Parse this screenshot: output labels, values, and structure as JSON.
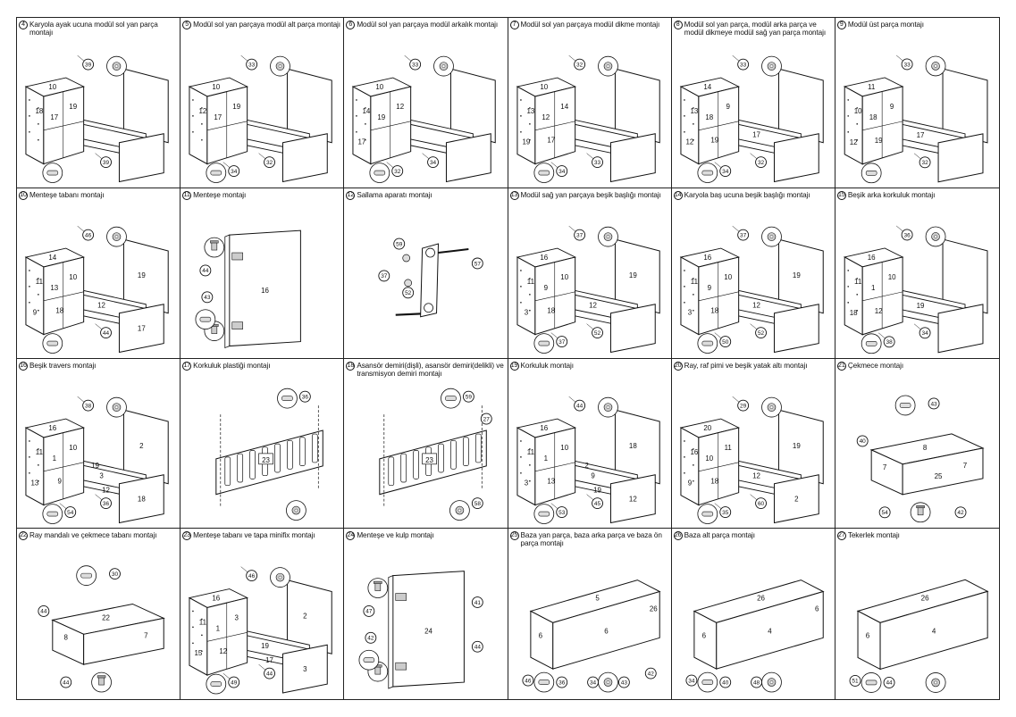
{
  "steps": [
    {
      "num": "4",
      "title": "Karyola ayak ucuna modül sol yan  parça montajı",
      "kind": "frame",
      "parts": [
        "10",
        "18",
        "19",
        "17"
      ],
      "callouts": [
        "39",
        "39"
      ]
    },
    {
      "num": "5",
      "title": "Modül sol yan parçaya modül alt parça montajı",
      "kind": "frame",
      "parts": [
        "10",
        "12",
        "19",
        "17"
      ],
      "callouts": [
        "33",
        "32",
        "34"
      ]
    },
    {
      "num": "6",
      "title": "Modül sol yan parçaya modül arkalık montajı",
      "kind": "frame",
      "parts": [
        "10",
        "14",
        "12",
        "19",
        "17"
      ],
      "callouts": [
        "33",
        "34",
        "32"
      ]
    },
    {
      "num": "7",
      "title": "Modül sol yan parçaya modül dikme montajı",
      "kind": "frame",
      "parts": [
        "10",
        "13",
        "14",
        "12",
        "19",
        "17"
      ],
      "callouts": [
        "32",
        "33",
        "34"
      ]
    },
    {
      "num": "8",
      "title": "Modül sol yan parça, modül arka parça ve modül dikmeye modül sağ yan parça montajı",
      "kind": "frame",
      "parts": [
        "14",
        "13",
        "9",
        "18",
        "12",
        "19",
        "17"
      ],
      "callouts": [
        "33",
        "32",
        "34"
      ]
    },
    {
      "num": "9",
      "title": "Modül üst parça montajı",
      "kind": "frame",
      "parts": [
        "11",
        "10",
        "9",
        "18",
        "12",
        "19",
        "17"
      ],
      "callouts": [
        "33",
        "32"
      ]
    },
    {
      "num": "10",
      "title": "Menteşe tabanı montajı",
      "kind": "frame",
      "parts": [
        "14",
        "11",
        "10",
        "13",
        "9",
        "18",
        "12",
        "19",
        "17"
      ],
      "callouts": [
        "46",
        "44"
      ]
    },
    {
      "num": "11",
      "title": "Menteşe montajı",
      "kind": "panel",
      "parts": [
        "16"
      ],
      "callouts": [
        "44",
        "43"
      ]
    },
    {
      "num": "12",
      "title": "Sallama aparatı montajı",
      "kind": "link",
      "parts": [],
      "callouts": [
        "59",
        "57",
        "37",
        "52"
      ]
    },
    {
      "num": "13",
      "title": "Modül sağ yan parçaya beşik başlığı montajı",
      "kind": "frame",
      "parts": [
        "16",
        "11",
        "10",
        "9",
        "3",
        "18",
        "12",
        "19"
      ],
      "callouts": [
        "37",
        "52",
        "37"
      ]
    },
    {
      "num": "14",
      "title": "Karyola baş ucuna beşik başlığı montajı",
      "kind": "frame",
      "parts": [
        "16",
        "11",
        "10",
        "9",
        "3",
        "18",
        "12",
        "19"
      ],
      "callouts": [
        "37",
        "52",
        "50"
      ]
    },
    {
      "num": "15",
      "title": "Beşik arka korkuluk montajı",
      "kind": "frame",
      "parts": [
        "16",
        "11",
        "10",
        "1",
        "18",
        "12",
        "19"
      ],
      "callouts": [
        "36",
        "34",
        "38"
      ]
    },
    {
      "num": "16",
      "title": "Beşik travers montajı",
      "kind": "frame",
      "parts": [
        "16",
        "11",
        "10",
        "1",
        "13",
        "9",
        "3",
        "2",
        "18",
        "12",
        "19"
      ],
      "callouts": [
        "38",
        "36",
        "54"
      ]
    },
    {
      "num": "17",
      "title": "Korkuluk plastiği montajı",
      "kind": "rail",
      "parts": [
        "23"
      ],
      "callouts": [
        "36"
      ]
    },
    {
      "num": "18",
      "title": "Asansör demiri(dişli), asansör demiri(delikli) ve transmisyon demiri montajı",
      "kind": "rail",
      "parts": [
        "23"
      ],
      "callouts": [
        "59",
        "27",
        "58"
      ]
    },
    {
      "num": "19",
      "title": "Korkuluk montajı",
      "kind": "frame",
      "parts": [
        "16",
        "11",
        "10",
        "1",
        "3",
        "13",
        "9",
        "18",
        "12",
        "19",
        "2"
      ],
      "callouts": [
        "44",
        "45",
        "53"
      ]
    },
    {
      "num": "20",
      "title": "Ray, raf pimi ve beşik yatak altı montajı",
      "kind": "frame",
      "parts": [
        "20",
        "16",
        "11",
        "10",
        "9",
        "18",
        "12",
        "19",
        "2"
      ],
      "callouts": [
        "29",
        "60",
        "35"
      ]
    },
    {
      "num": "21",
      "title": "Çekmece montajı",
      "kind": "drawer",
      "parts": [
        "8",
        "7",
        "7",
        "25"
      ],
      "callouts": [
        "43",
        "40",
        "54",
        "42"
      ]
    },
    {
      "num": "22",
      "title": "Ray mandalı ve çekmece tabanı montajı",
      "kind": "drawer",
      "parts": [
        "22",
        "7",
        "8"
      ],
      "callouts": [
        "30",
        "44",
        "44"
      ]
    },
    {
      "num": "23",
      "title": "Menteşe tabanı ve tapa minifix montajı",
      "kind": "frame",
      "parts": [
        "16",
        "11",
        "3",
        "1",
        "15",
        "12",
        "19",
        "2",
        "3",
        "17"
      ],
      "callouts": [
        "46",
        "44",
        "49"
      ]
    },
    {
      "num": "24",
      "title": "Menteşe ve kulp montajı",
      "kind": "panel",
      "parts": [
        "24"
      ],
      "callouts": [
        "47",
        "42",
        "41",
        "44"
      ]
    },
    {
      "num": "25",
      "title": "Baza yan parça, baza arka parça ve baza ön parça montajı",
      "kind": "base",
      "parts": [
        "5",
        "6",
        "6",
        "26"
      ],
      "callouts": [
        "46",
        "36",
        "34",
        "43",
        "42"
      ]
    },
    {
      "num": "26",
      "title": "Baza alt parça montajı",
      "kind": "base",
      "parts": [
        "26",
        "4",
        "6",
        "6"
      ],
      "callouts": [
        "34",
        "40",
        "48"
      ]
    },
    {
      "num": "27",
      "title": "Tekerlek montajı",
      "kind": "base",
      "parts": [
        "26",
        "4",
        "6"
      ],
      "callouts": [
        "51",
        "44"
      ]
    }
  ]
}
